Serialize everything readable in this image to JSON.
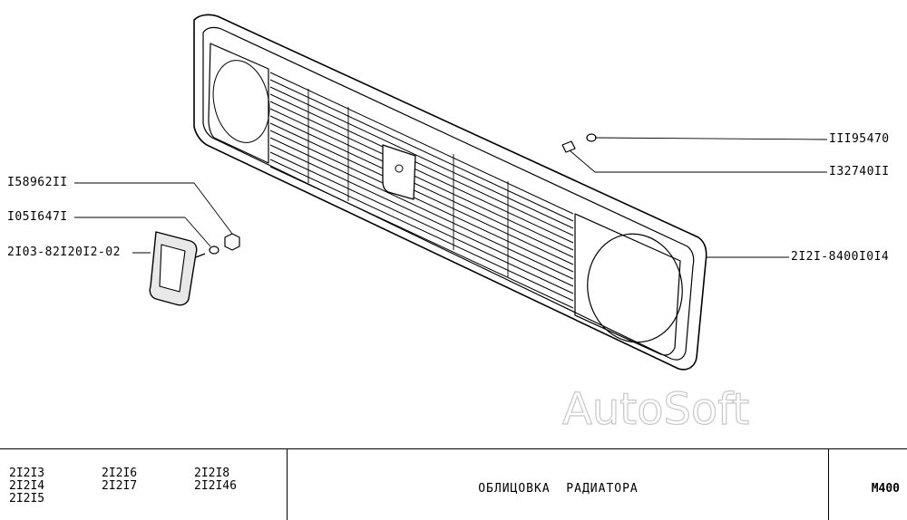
{
  "labels": {
    "l1": "III95470",
    "l2": "I32740II",
    "l3": "2I2I-8400I0I4",
    "l4": "I58962II",
    "l5": "I05I647I",
    "l6": "2I03-82I20I2-02"
  },
  "watermark": "AutoSoft",
  "models": {
    "col1": [
      "2I2I3",
      "2I2I4",
      "2I2I5"
    ],
    "col2": [
      "2I2I6",
      "2I2I7"
    ],
    "col3": [
      "2I2I8",
      "2I2I46"
    ]
  },
  "sheet_title": "ОБЛИЦОВКА  РАДИАТОРА",
  "sheet_code": "M400"
}
